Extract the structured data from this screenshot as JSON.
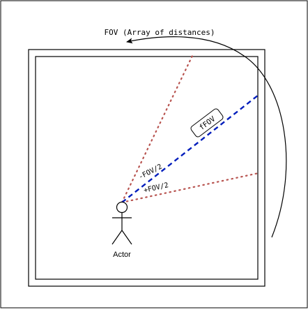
{
  "diagram": {
    "fov_label": "FOV (Array of distances)",
    "actor_label": "Actor",
    "ray_labels": {
      "minus_half": "-FOV/2",
      "plus_half": "+FOV/2",
      "center": "fFOV"
    },
    "colors": {
      "background": "#ffffff",
      "outline": "#000000",
      "fov_edge_rays": "#b85450",
      "center_ray": "#001dbc"
    }
  }
}
